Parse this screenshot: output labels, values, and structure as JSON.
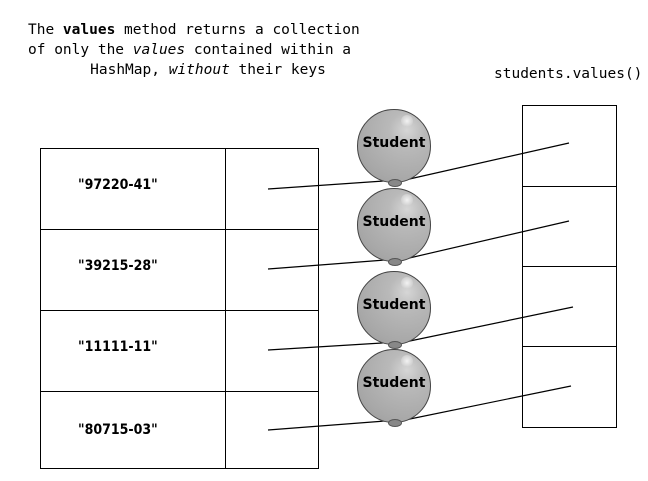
{
  "caption": {
    "line1_pre": "The ",
    "line1_bold": "values",
    "line1_post": " method returns a collection",
    "line2_pre": "of only the ",
    "line2_italic": "values",
    "line2_post": " contained within a",
    "line3_pre": "HashMap, ",
    "line3_italic": "without",
    "line3_post": " their keys"
  },
  "values_title": "students.values()",
  "keys": [
    "\"97220-41\"",
    "\"39215-28\"",
    "\"11111-11\"",
    "\"80715-03\""
  ],
  "balloon_label": "Student",
  "balloons": [
    {
      "label": "Student"
    },
    {
      "label": "Student"
    },
    {
      "label": "Student"
    },
    {
      "label": "Student"
    }
  ]
}
